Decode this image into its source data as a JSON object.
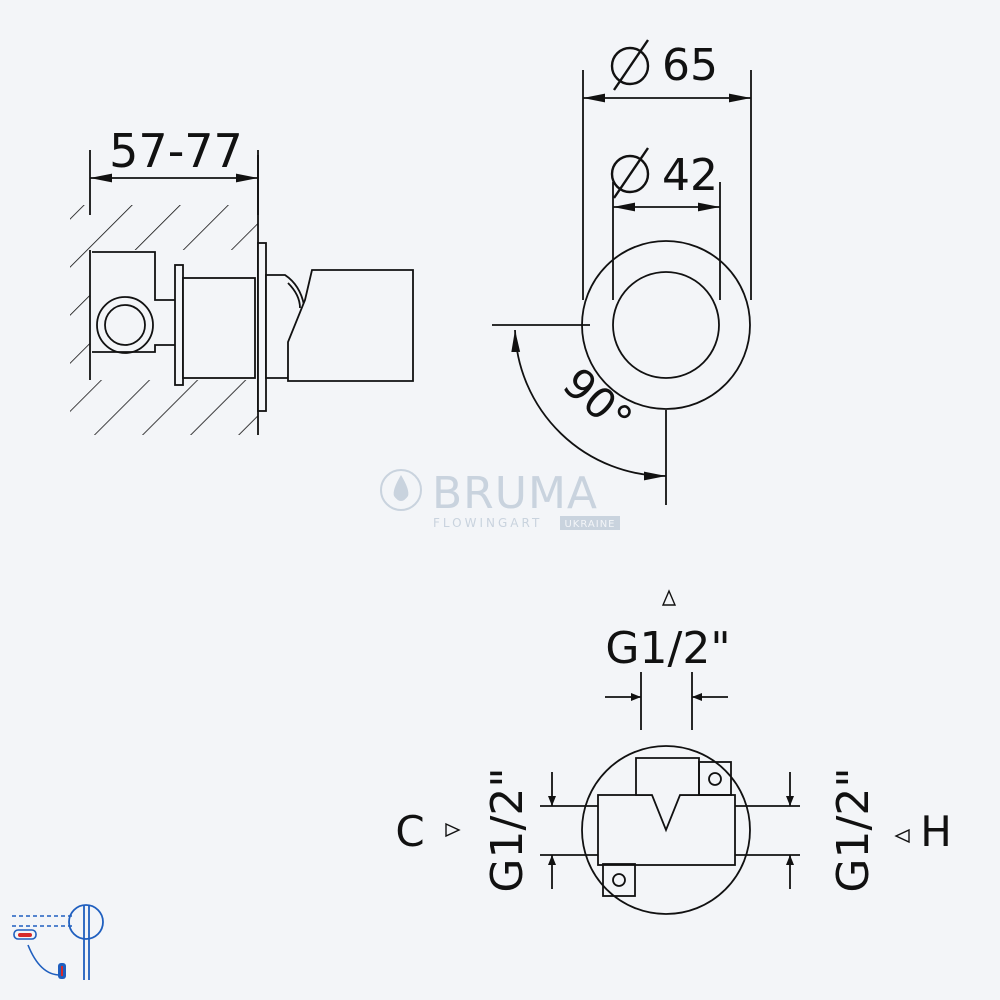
{
  "dimensions": {
    "side_depth": "57-77",
    "outer_diameter": "65",
    "inner_diameter": "42",
    "rotation_angle": "90°",
    "top_outlet_thread": "G1/2\"",
    "left_inlet_thread": "G1/2\"",
    "right_inlet_thread": "G1/2\""
  },
  "inlet_labels": {
    "cold": "C",
    "hot": "H"
  },
  "watermark": {
    "brand": "BRUMA",
    "tagline": "FLOWINGART",
    "region": "UKRAINE"
  },
  "colors": {
    "background": "#f3f5f8",
    "line": "#111111",
    "watermark": "#c9d3de",
    "icon_blue": "#1f5fbf",
    "icon_red": "#d62a2a"
  }
}
